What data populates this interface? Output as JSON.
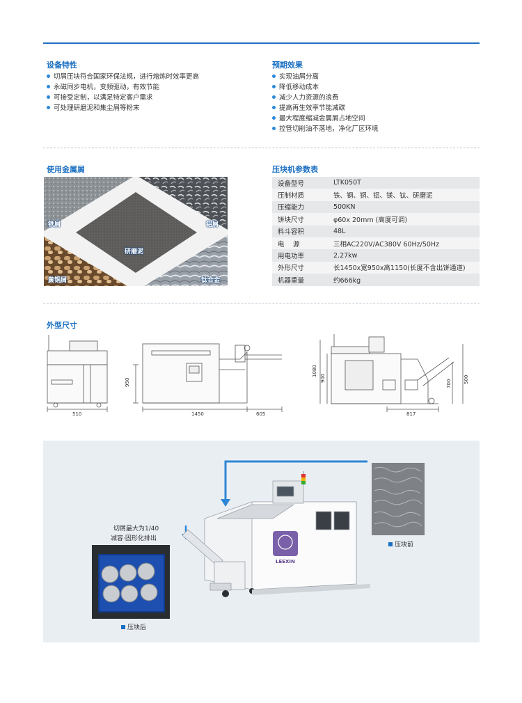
{
  "features": {
    "title": "设备特性",
    "items": [
      "切屑压块符合国家环保法规，进行熔炼时效率更高",
      "永磁同步电机，变频驱动，有效节能",
      "可接受定制，以满足特定客户需求",
      "可处理研磨泥和集尘屑等粉末"
    ]
  },
  "effects": {
    "title": "预期效果",
    "items": [
      "实现油屑分离",
      "降低移动成本",
      "减少人力资源的浪费",
      "提高再生效率节能减碳",
      "最大程度缩减金属屑占地空间",
      "控管切削油不落地，净化厂区环境"
    ]
  },
  "metals": {
    "title": "使用金属屑",
    "labels": {
      "iron": "铁屑",
      "aluminum": "铝屑",
      "grinding": "研磨泥",
      "copper": "黄铜屑",
      "titanium": "钛合金"
    }
  },
  "params": {
    "title": "压块机参数表",
    "rows": [
      {
        "key": "设备型号",
        "value": "LTK050T"
      },
      {
        "key": "压制材质",
        "value": "铁、钢、铜、铝、镁、钛、研磨泥"
      },
      {
        "key": "压缩能力",
        "value": "500KN"
      },
      {
        "key": "饼块尺寸",
        "value": "φ60x 20mm (高度可调)"
      },
      {
        "key": "料斗容积",
        "value": "48L"
      },
      {
        "key": "电　 源",
        "value": "三相AC220V/AC380V 60Hz/50Hz"
      },
      {
        "key": "用电功率",
        "value": "2.27kw"
      },
      {
        "key": "外形尺寸",
        "value": "长1450x宽950x高1150(长度不含出饼通道)"
      },
      {
        "key": "机器重量",
        "value": "约666kg"
      }
    ]
  },
  "dimensions": {
    "title": "外型尺寸",
    "side_width": "510",
    "front_length": "1450",
    "front_chute": "605",
    "front_height": "950",
    "right_h1": "1080",
    "right_h2": "900",
    "right_h3": "700",
    "right_h4": "500",
    "right_width": "817"
  },
  "showcase": {
    "ratio_line1": "切屑最大为1/40",
    "ratio_line2": "减容·固形化排出",
    "before_caption": "压块前",
    "after_caption": "压块后",
    "brand": "LEEXIN"
  },
  "colors": {
    "accent": "#1a6fc1",
    "arrow": "#2e86d6",
    "panel": "#e9eef3"
  }
}
